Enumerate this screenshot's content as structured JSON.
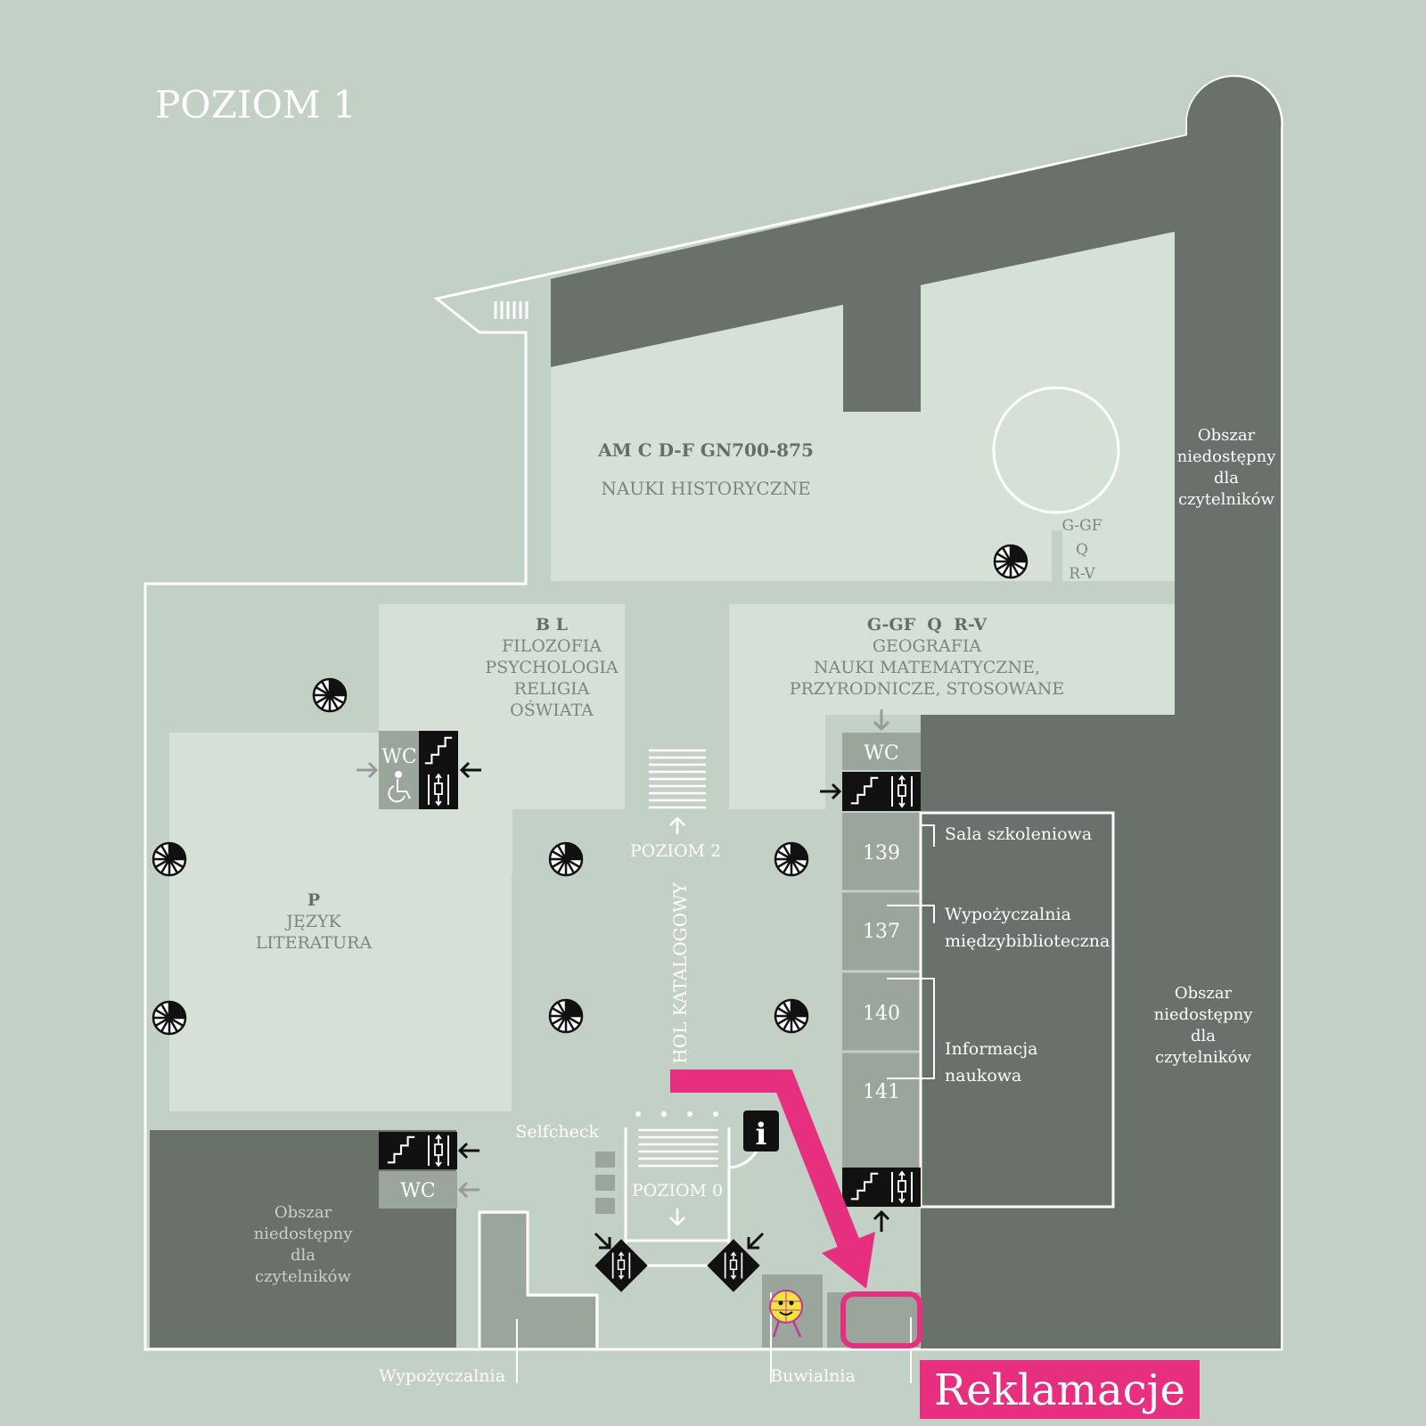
{
  "map": {
    "floor_title": "POZIOM 1",
    "colors": {
      "background": "#c3d0c5",
      "room": "#d5e1d7",
      "restricted": "#6a716b",
      "corridor_room": "#9aa59c",
      "accent": "#e6307f"
    },
    "sections": {
      "history_code": "AM C D-F GN700-875",
      "history_name": "NAUKI HISTORYCZNE",
      "side_codes": [
        "G-GF",
        "Q",
        "R-V"
      ],
      "philosophy_code": "B L",
      "philosophy_names": [
        "FILOZOFIA",
        "PSYCHOLOGIA",
        "RELIGIA",
        "OŚWIATA"
      ],
      "geography_code": "G-GF  Q  R-V",
      "geography_names": [
        "GEOGRAFIA",
        "NAUKI MATEMATYCZNE,",
        "PRZYRODNICZE, STOSOWANE"
      ],
      "language_code": "P",
      "language_names": [
        "JĘZYK",
        "LITERATURA"
      ]
    },
    "restricted_label": [
      "Obszar",
      "niedostępny",
      "dla",
      "czytelników"
    ],
    "stairs_up_label": "POZIOM 2",
    "stairs_down_label": "POZIOM 0",
    "hall_label": "HOL KATALOGOWY",
    "wc_label": "WC",
    "rooms": [
      "139",
      "137",
      "140",
      "141"
    ],
    "room_descriptions": {
      "training": "Sala szkoleniowa",
      "interlibrary": [
        "Wypożyczalnia",
        "międzybiblioteczna"
      ],
      "information": [
        "Informacja",
        "naukowa"
      ]
    },
    "selfcheck_label": "Selfcheck",
    "lending_label": "Wypożyczalnia",
    "buvette_label": "Buwialnia",
    "info_symbol": "i",
    "highlight_label": "Reklamacje",
    "icons": [
      "wc-icon",
      "stairs-icon",
      "elevator-icon",
      "wheelchair-icon",
      "info-icon",
      "column-icon",
      "arrow-icon",
      "mascot-icon"
    ]
  }
}
